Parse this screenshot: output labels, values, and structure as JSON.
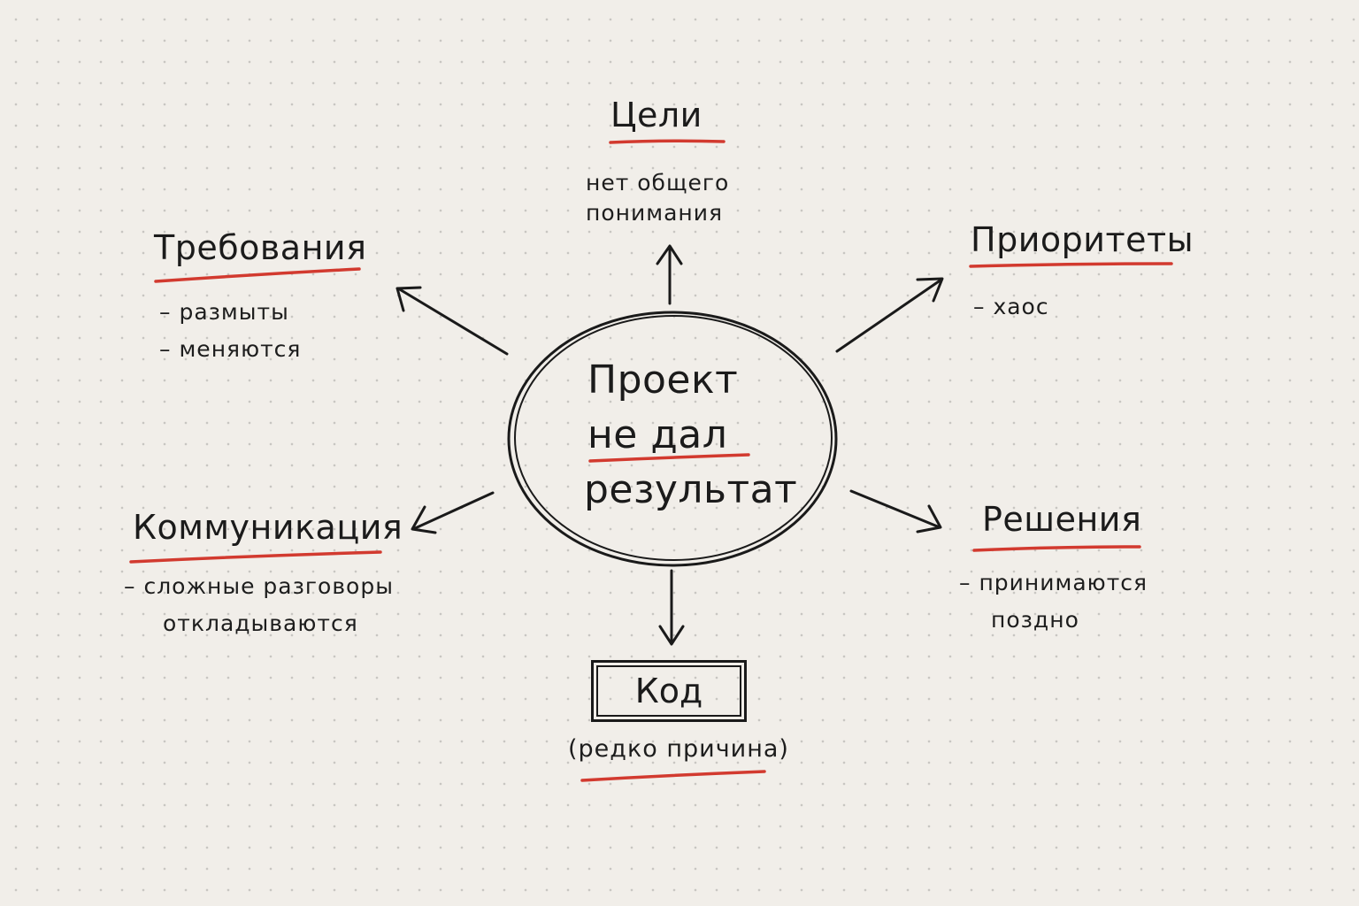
{
  "center": {
    "lines": [
      "Проект",
      "не дал",
      "результат"
    ]
  },
  "nodes": {
    "goals": {
      "title": "Цели",
      "notes": [
        "нет общего",
        "понимания"
      ]
    },
    "requirements": {
      "title": "Требования",
      "notes": [
        "– размыты",
        "– меняются"
      ]
    },
    "priorities": {
      "title": "Приоритеты",
      "notes": [
        "– хаос"
      ]
    },
    "communication": {
      "title": "Коммуникация",
      "notes": [
        "– сложные разговоры",
        "откладываются"
      ]
    },
    "decisions": {
      "title": "Решения",
      "notes": [
        "– принимаются",
        "поздно"
      ]
    },
    "code": {
      "title": "Код",
      "note": "(редко причина)"
    }
  },
  "colors": {
    "ink": "#1a1a1a",
    "accent_underline": "#d23a2f",
    "paper": "#f1eee9"
  }
}
